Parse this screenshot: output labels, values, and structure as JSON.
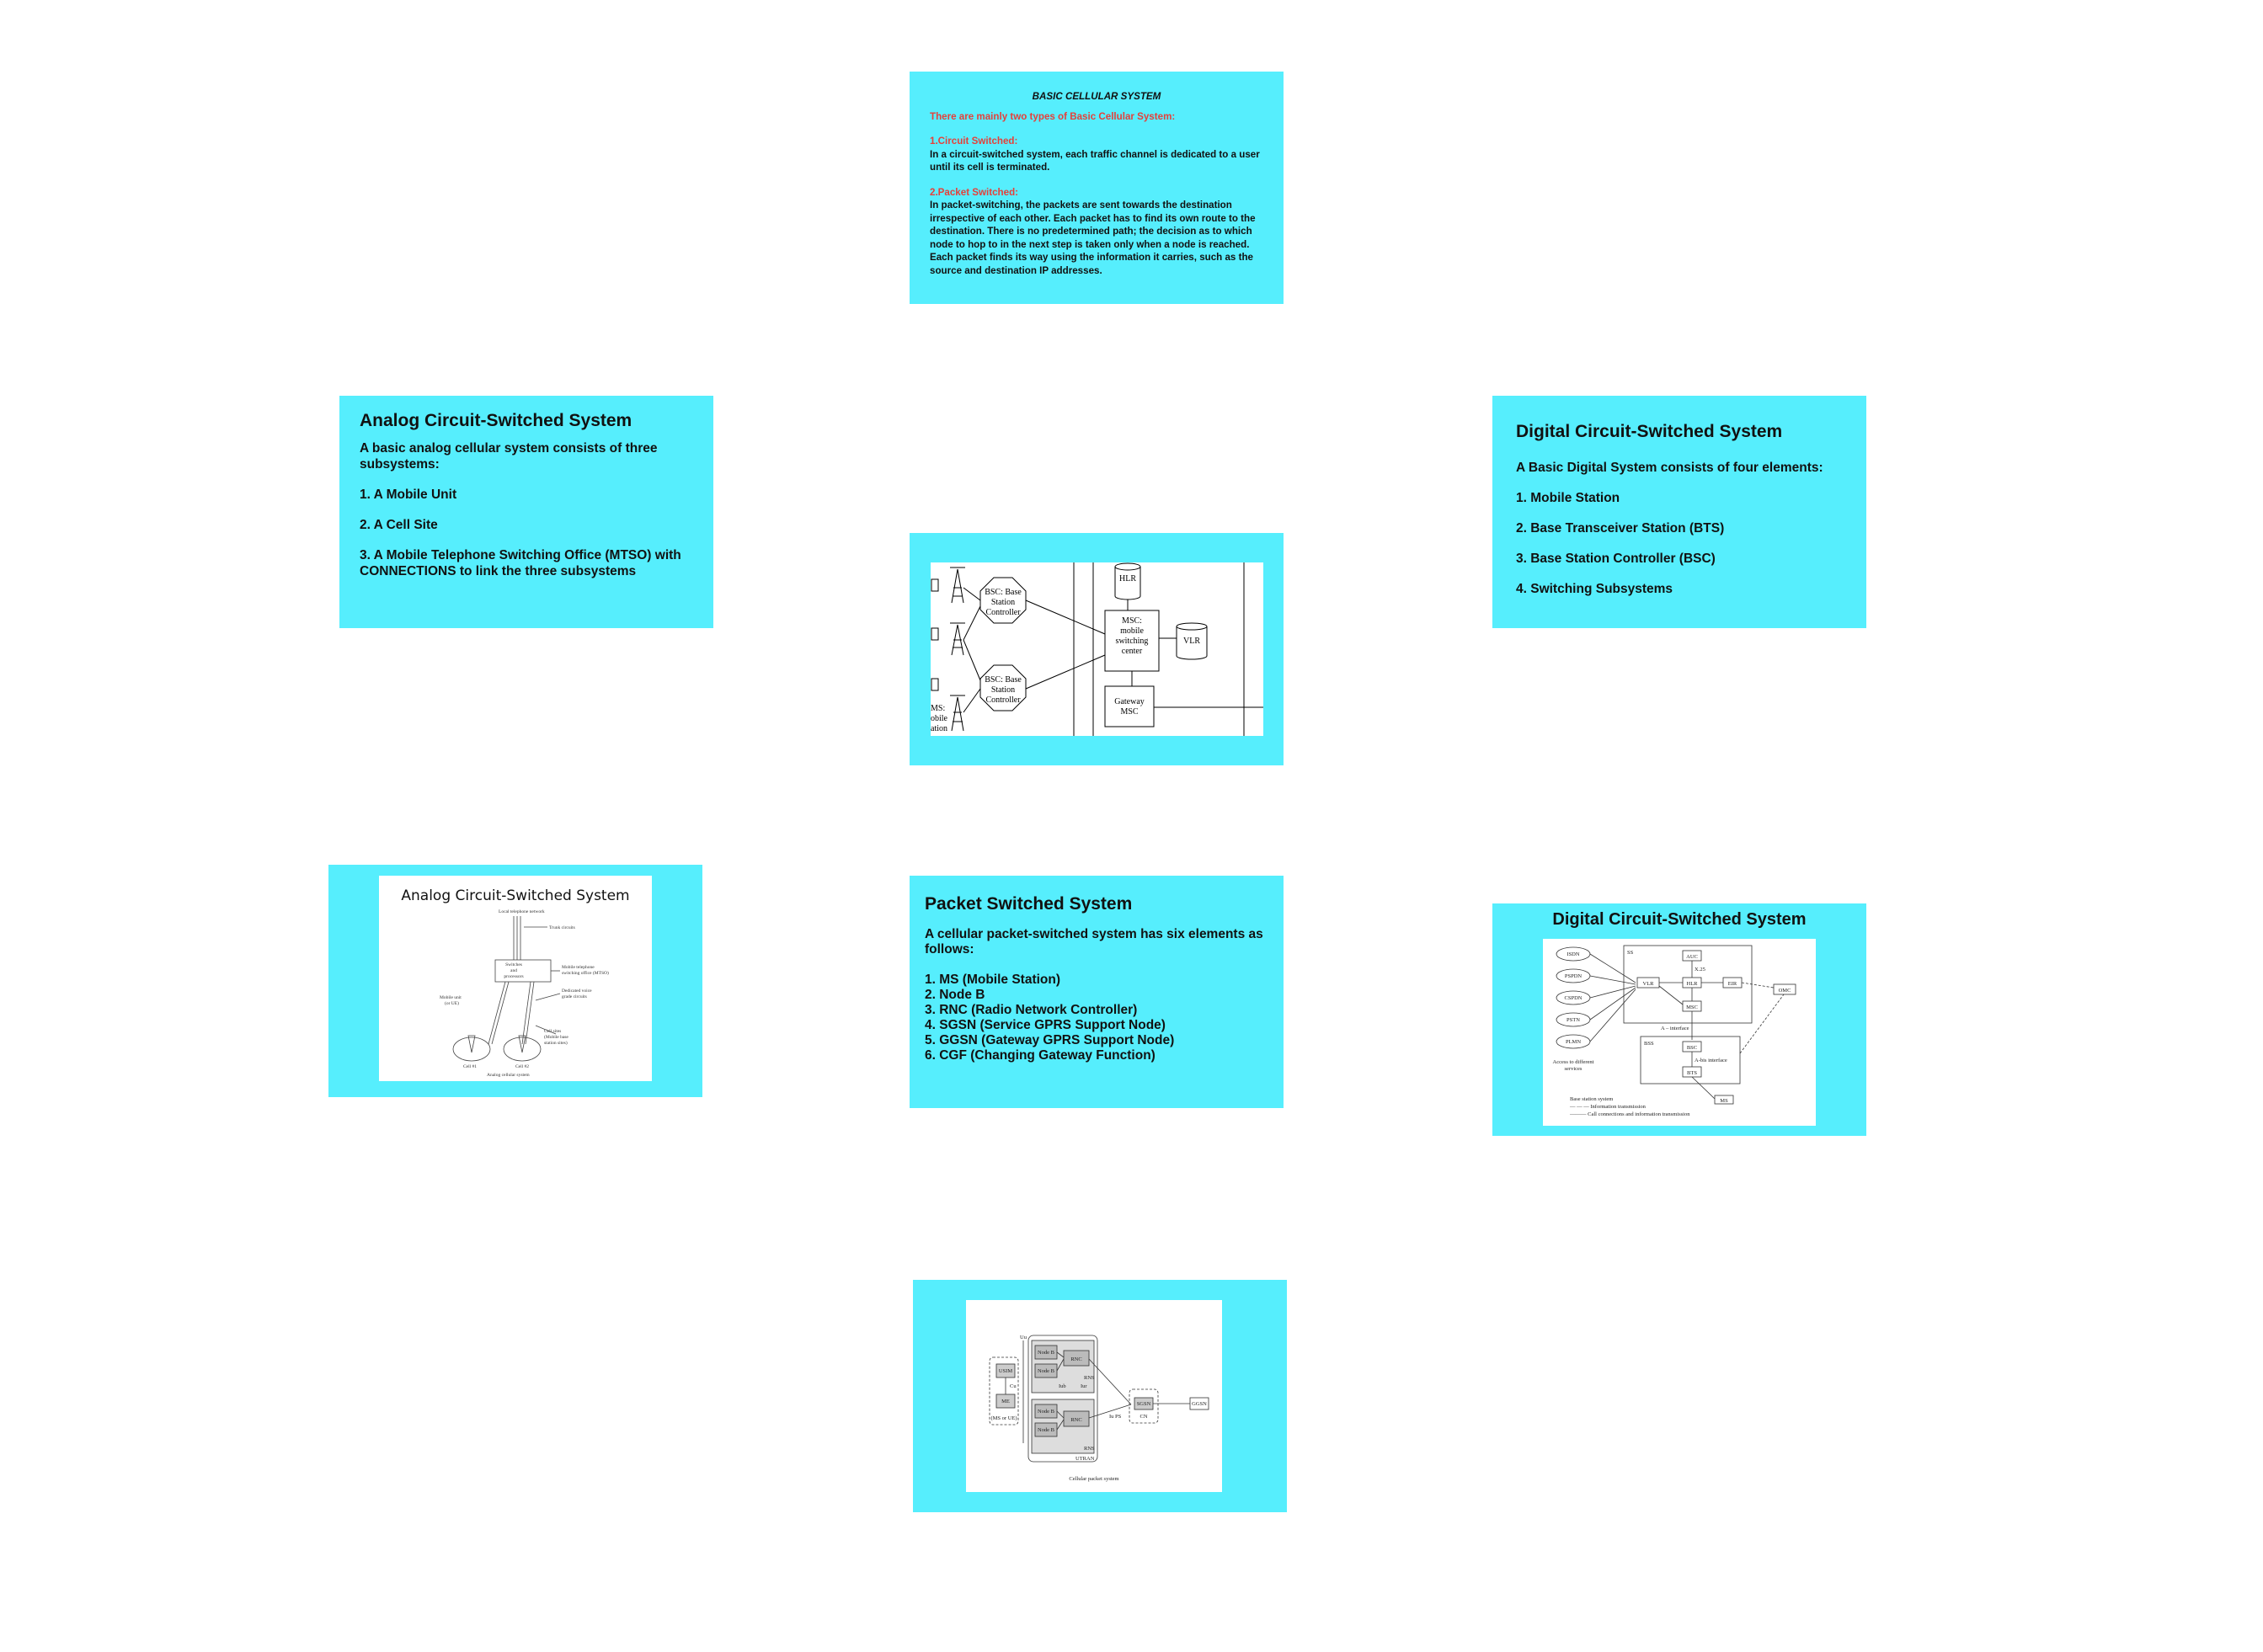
{
  "basic_card": {
    "title": "BASIC CELLULAR SYSTEM",
    "intro": "There are mainly two types of Basic Cellular System:",
    "circuit_head": "1.Circuit Switched:",
    "circuit_body": "In a circuit-switched system, each traffic channel is dedicated to a user until its cell is terminated.",
    "packet_head": "2.Packet Switched:",
    "packet_body": "In packet-switching, the packets are sent towards the destination irrespective of each other. Each packet has to find its own route to the destination. There is no predetermined path; the decision as to which node to hop to in the next step is taken only when a node is reached. Each packet finds its way using the information it carries, such as the source and destination IP addresses."
  },
  "analog_card": {
    "title": "Analog Circuit-Switched System",
    "intro": "A basic analog cellular system consists of three subsystems:",
    "items": [
      "1. A Mobile Unit",
      "2. A Cell Site",
      "3. A Mobile Telephone Switching Office (MTSO) with CONNECTIONS to link the three subsystems"
    ]
  },
  "digital_card": {
    "title": "Digital Circuit-Switched System",
    "intro": "A Basic Digital System consists of four elements:",
    "items": [
      "1. Mobile Station",
      "2. Base Transceiver Station (BTS)",
      "3. Base Station Controller (BSC)",
      "4. Switching Subsystems"
    ]
  },
  "packet_card": {
    "title": "Packet Switched System",
    "intro": "A cellular packet-switched system has six elements as follows:",
    "items": [
      "1. MS (Mobile Station)",
      "2. Node B",
      "3. RNC (Radio Network Controller)",
      "4. SGSN (Service GPRS Support Node)",
      "5. GGSN (Gateway GPRS Support Node)",
      "6. CGF (Changing Gateway Function)"
    ]
  },
  "gsm_diagram": {
    "bsc1": [
      "BSC: Base",
      "Station",
      "Controller"
    ],
    "bsc2": [
      "BSC: Base",
      "Station",
      "Controller"
    ],
    "hlr": "HLR",
    "vlr": "VLR",
    "msc": [
      "MSC:",
      "mobile",
      "switching",
      "center"
    ],
    "gmsc": [
      "Gateway",
      "MSC"
    ],
    "ms": [
      "MS:",
      "obile",
      "ation"
    ]
  },
  "analog_diagram": {
    "title": "Analog Circuit-Switched System",
    "caption": "Analog cellular system",
    "labels": {
      "ltn": "Local telephone network",
      "trunks": "Trunk circuits",
      "switches": [
        "Switches",
        "and",
        "processors"
      ],
      "mtso": [
        "Mobile telephone",
        "switching office (MTSO)"
      ],
      "dedicated": [
        "Dedicated voice",
        "grade circuits"
      ],
      "mobile": [
        "Mobile unit",
        "(or UE)"
      ],
      "cellsites": [
        "Cell sites",
        "(Mobile base",
        "station sites)"
      ],
      "cell1": "Cell #1",
      "cell2": "Cell #2"
    }
  },
  "digital_diagram": {
    "title": "Digital Circuit-Switched System",
    "networks": [
      "ISDN",
      "PSPDN",
      "CSPDN",
      "PSTN",
      "PLMN"
    ],
    "access": [
      "Access to different",
      "services"
    ],
    "ss": "SS",
    "auc": "AUC",
    "hlr": "HLR",
    "vlr": "VLR",
    "eir": "EIR",
    "msc": "MSC",
    "omc": "OMC",
    "x25": "X.25",
    "a_interface": "A – interface",
    "bss": "BSS",
    "bsc": "BSC",
    "abis": "A-bis interface",
    "bts": "BTS",
    "ms": "MS",
    "legend": [
      "Base station system",
      "— — — Information transmission",
      "——— Call connections and information transmission"
    ]
  },
  "packet_diagram": {
    "uu": "Uu",
    "usim": "USIM",
    "cu": "Cu",
    "me": "ME",
    "ms_ue": "(MS or UE)",
    "nodeb": "Node B",
    "rnc": "RNC",
    "rns": "RNS",
    "iub": "Iub",
    "iur": "Iur",
    "ups": "Iu PS",
    "sgsn": "SGSN",
    "cn": "CN",
    "ggsn": "GGSN",
    "utran": "UTRAN",
    "caption": "Cellular packet system"
  }
}
